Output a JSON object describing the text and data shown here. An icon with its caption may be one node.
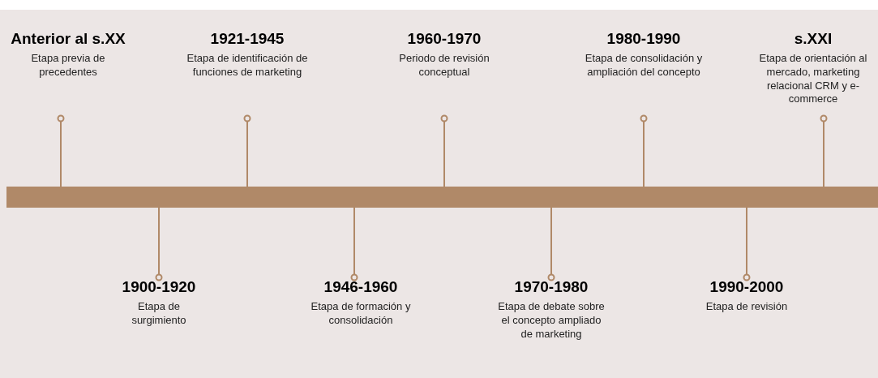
{
  "diagram": {
    "nodes": [
      {
        "text": [
          "Anterior al s.XX",
          "Etapa previa de precedentes"
        ]
      },
      {
        "text": [
          "1900-1920",
          "Etapa de surgimiento"
        ]
      },
      {
        "text": [
          "1921-1945",
          "Etapa de identificación de funciones de marketing"
        ]
      },
      {
        "text": [
          "1946-1960",
          "Etapa de formación y consolidación"
        ]
      },
      {
        "text": [
          "1960-1970",
          "Periodo de revisión conceptual"
        ]
      },
      {
        "text": [
          "1970-1980",
          "Etapa de debate sobre el concepto ampliado de marketing"
        ]
      },
      {
        "text": [
          "1980-1990",
          "Etapa de consolidación y ampliación del concepto"
        ]
      },
      {
        "text": [
          "1990-2000",
          "Etapa de revisión"
        ]
      },
      {
        "text": [
          "s.XXI",
          "Etapa de orientación al mercado, marketing relacional CRM y e-commerce"
        ]
      },
      {
        "text": [],
        "shape": "bar"
      }
    ],
    "edges": [
      {
        "from": 0,
        "to": 9,
        "arrow": "other"
      },
      {
        "from": 1,
        "to": 9,
        "arrow": "other"
      },
      {
        "from": 2,
        "to": 9,
        "arrow": "other"
      },
      {
        "from": 3,
        "to": 9,
        "arrow": "other"
      },
      {
        "from": 4,
        "to": 9,
        "arrow": "other"
      },
      {
        "from": 5,
        "to": 9,
        "arrow": "other"
      },
      {
        "from": 6,
        "to": 9,
        "arrow": "other"
      },
      {
        "from": 7,
        "to": 9,
        "arrow": "other"
      },
      {
        "from": 8,
        "to": 9,
        "arrow": "other"
      }
    ]
  }
}
